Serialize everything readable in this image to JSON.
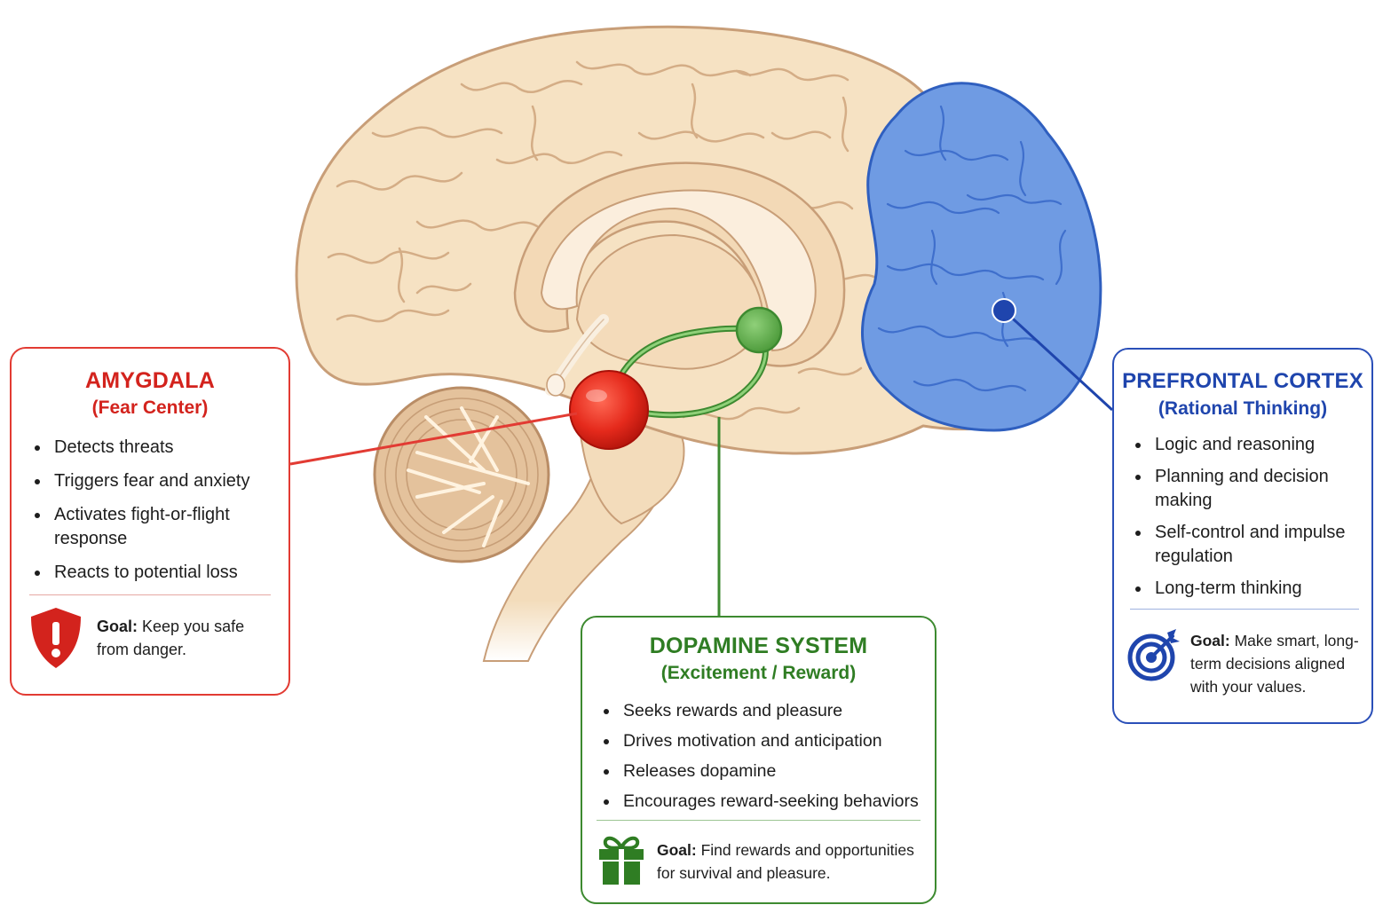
{
  "colors": {
    "amygdala": "#d3231d",
    "dopamine": "#2f7d23",
    "prefrontal": "#1f45ad",
    "brain_fill": "#f6e2c3",
    "brain_outline": "#c89e78",
    "prefrontal_fill": "#6f9be3"
  },
  "amygdala": {
    "title": "AMYGDALA",
    "subtitle": "(Fear Center)",
    "bullets": [
      "Detects threats",
      "Triggers fear and anxiety",
      "Activates fight-or-flight response",
      "Reacts to potential loss"
    ],
    "goal_label": "Goal:",
    "goal_text": "Keep you safe from danger.",
    "icon": "shield-alert-icon"
  },
  "dopamine": {
    "title": "DOPAMINE SYSTEM",
    "subtitle": "(Excitement / Reward)",
    "bullets": [
      "Seeks rewards and pleasure",
      "Drives motivation and anticipation",
      "Releases dopamine",
      "Encourages reward-seeking behaviors"
    ],
    "goal_label": "Goal:",
    "goal_text": "Find rewards and opportunities for survival and pleasure.",
    "icon": "gift-icon"
  },
  "prefrontal": {
    "title": "PREFRONTAL CORTEX",
    "subtitle": "(Rational Thinking)",
    "bullets": [
      "Logic and reasoning",
      "Planning and decision making",
      "Self-control and impulse regulation",
      "Long-term thinking"
    ],
    "goal_label": "Goal:",
    "goal_text": "Make smart, long-term decisions aligned with your values.",
    "icon": "target-icon"
  }
}
